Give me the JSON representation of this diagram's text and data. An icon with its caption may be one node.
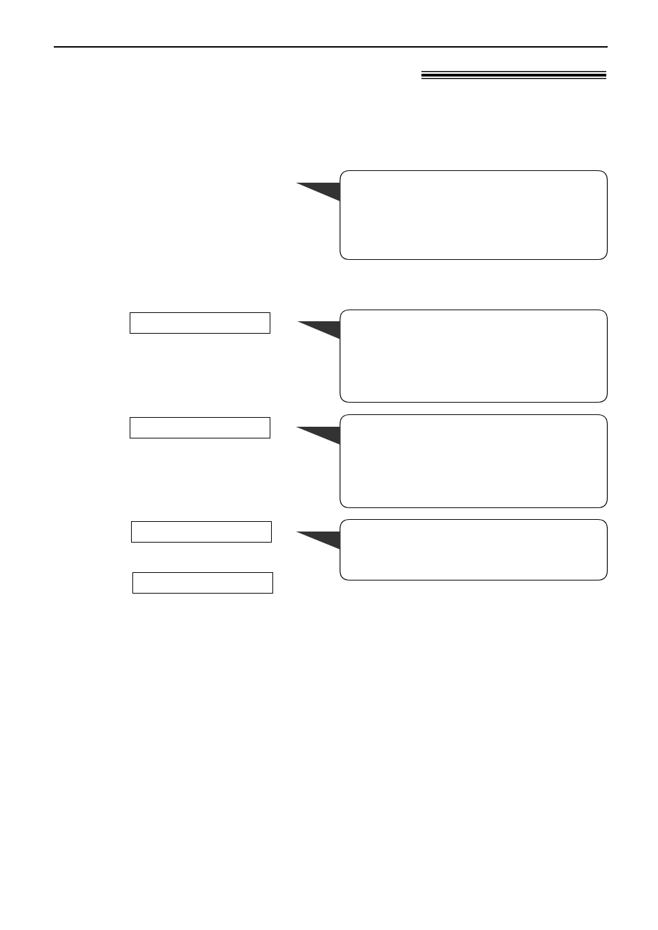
{
  "diagram": {
    "nodes": [
      {
        "text": [],
        "shape": "callout"
      },
      {
        "text": [],
        "shape": "box"
      },
      {
        "text": [],
        "shape": "callout"
      },
      {
        "text": [],
        "shape": "box"
      },
      {
        "text": [],
        "shape": "callout"
      },
      {
        "text": [],
        "shape": "box"
      },
      {
        "text": [],
        "shape": "callout"
      },
      {
        "text": [],
        "shape": "box"
      }
    ]
  }
}
